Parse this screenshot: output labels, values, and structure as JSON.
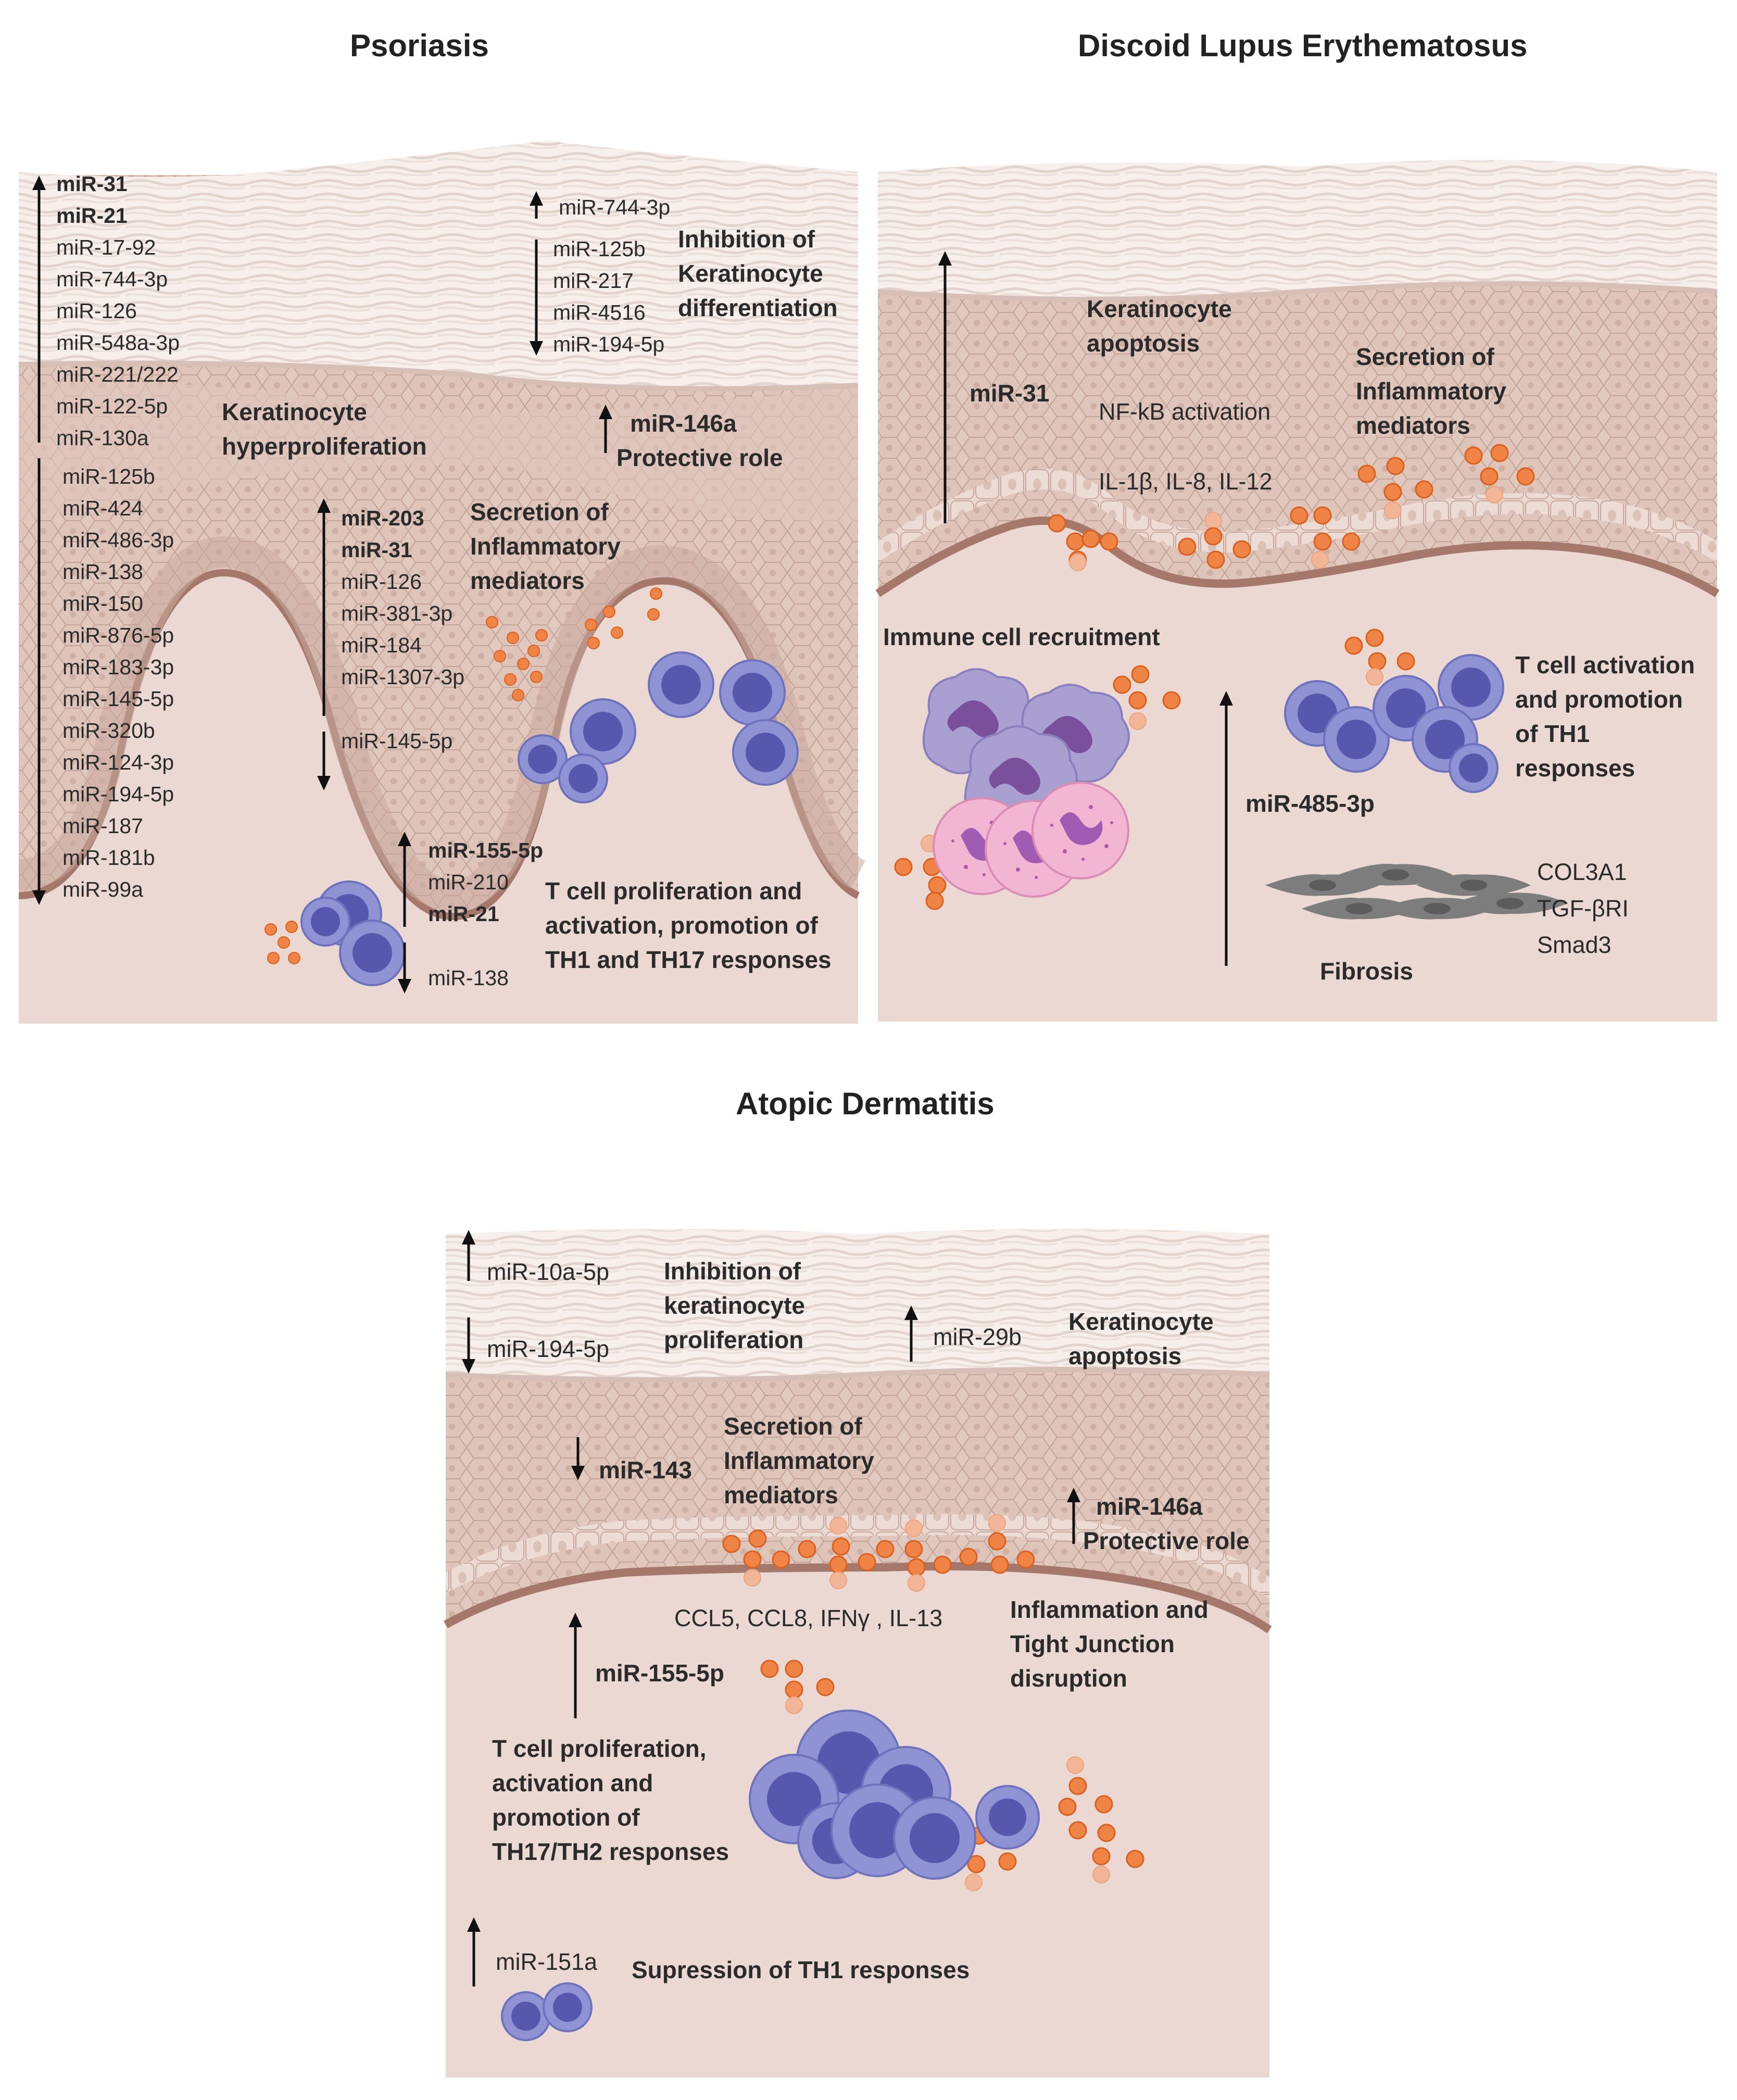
{
  "panels": {
    "psoriasis": {
      "title": "Psoriasis",
      "up_mirnas": [
        "miR-31",
        "miR-21",
        "miR-17-92",
        "miR-744-3p",
        "miR-126",
        "miR-548a-3p",
        "miR-221/222",
        "miR-122-5p",
        "miR-130a"
      ],
      "down_mirnas": [
        "miR-125b",
        "miR-424",
        "miR-486-3p",
        "miR-138",
        "miR-150",
        "miR-876-5p",
        "miR-183-3p",
        "miR-145-5p",
        "miR-320b",
        "miR-124-3p",
        "miR-194-5p",
        "miR-187",
        "miR-181b",
        "miR-99a"
      ],
      "diff_up": "miR-744-3p",
      "diff_down": [
        "miR-125b",
        "miR-217",
        "miR-4516",
        "miR-194-5p"
      ],
      "diff_label": [
        "Inhibition of",
        "Keratinocyte",
        "differentiation"
      ],
      "hyper_label": [
        "Keratinocyte",
        "hyperproliferation"
      ],
      "protect_mirna": "miR-146a",
      "protect_label": "Protective role",
      "infl_up": [
        "miR-203",
        "miR-31",
        "miR-126",
        "miR-381-3p",
        "miR-184",
        "miR-1307-3p"
      ],
      "infl_down": "miR-145-5p",
      "infl_label": [
        "Secretion of",
        "Inflammatory",
        "mediators"
      ],
      "tcell_up": [
        "miR-155-5p",
        "miR-210",
        "miR-21"
      ],
      "tcell_down": "miR-138",
      "tcell_label": [
        "T cell proliferation and",
        "activation, promotion of",
        "TH1 and TH17 responses"
      ]
    },
    "dle": {
      "title": "Discoid Lupus Erythematosus",
      "mir31": "miR-31",
      "apoptosis_label": [
        "Keratinocyte",
        "apoptosis"
      ],
      "nfkb": "NF-kB activation",
      "cytokines": "IL-1β, IL-8, IL-12",
      "secretion_label": [
        "Secretion of",
        "Inflammatory",
        "mediators"
      ],
      "immune_label": "Immune cell recruitment",
      "mir485": "miR-485-3p",
      "tcell_label": [
        "T cell activation",
        "and promotion",
        "of TH1",
        "responses"
      ],
      "fibrosis_genes": [
        "COL3A1",
        "TGF-βRI",
        "Smad3"
      ],
      "fibrosis_label": "Fibrosis"
    },
    "ad": {
      "title": "Atopic Dermatitis",
      "mir10a": "miR-10a-5p",
      "mir194": "miR-194-5p",
      "prolif_label": [
        "Inhibition of",
        "keratinocyte",
        "proliferation"
      ],
      "mir29b": "miR-29b",
      "apoptosis_label": [
        "Keratinocyte",
        "apoptosis"
      ],
      "mir143": "miR-143",
      "secretion_label": [
        "Secretion of",
        "Inflammatory",
        "mediators"
      ],
      "mir146a": "miR-146a",
      "protect_label": "Protective role",
      "cytokines": "CCL5, CCL8, IFNγ , IL-13",
      "tj_label": [
        "Inflammation and",
        "Tight Junction",
        "disruption"
      ],
      "mir155": "miR-155-5p",
      "tcell_label": [
        "T cell proliferation,",
        "activation  and",
        "promotion of",
        "TH17/TH2 responses"
      ],
      "mir151a": "miR-151a",
      "supp_label": "Supression of TH1 responses"
    }
  }
}
